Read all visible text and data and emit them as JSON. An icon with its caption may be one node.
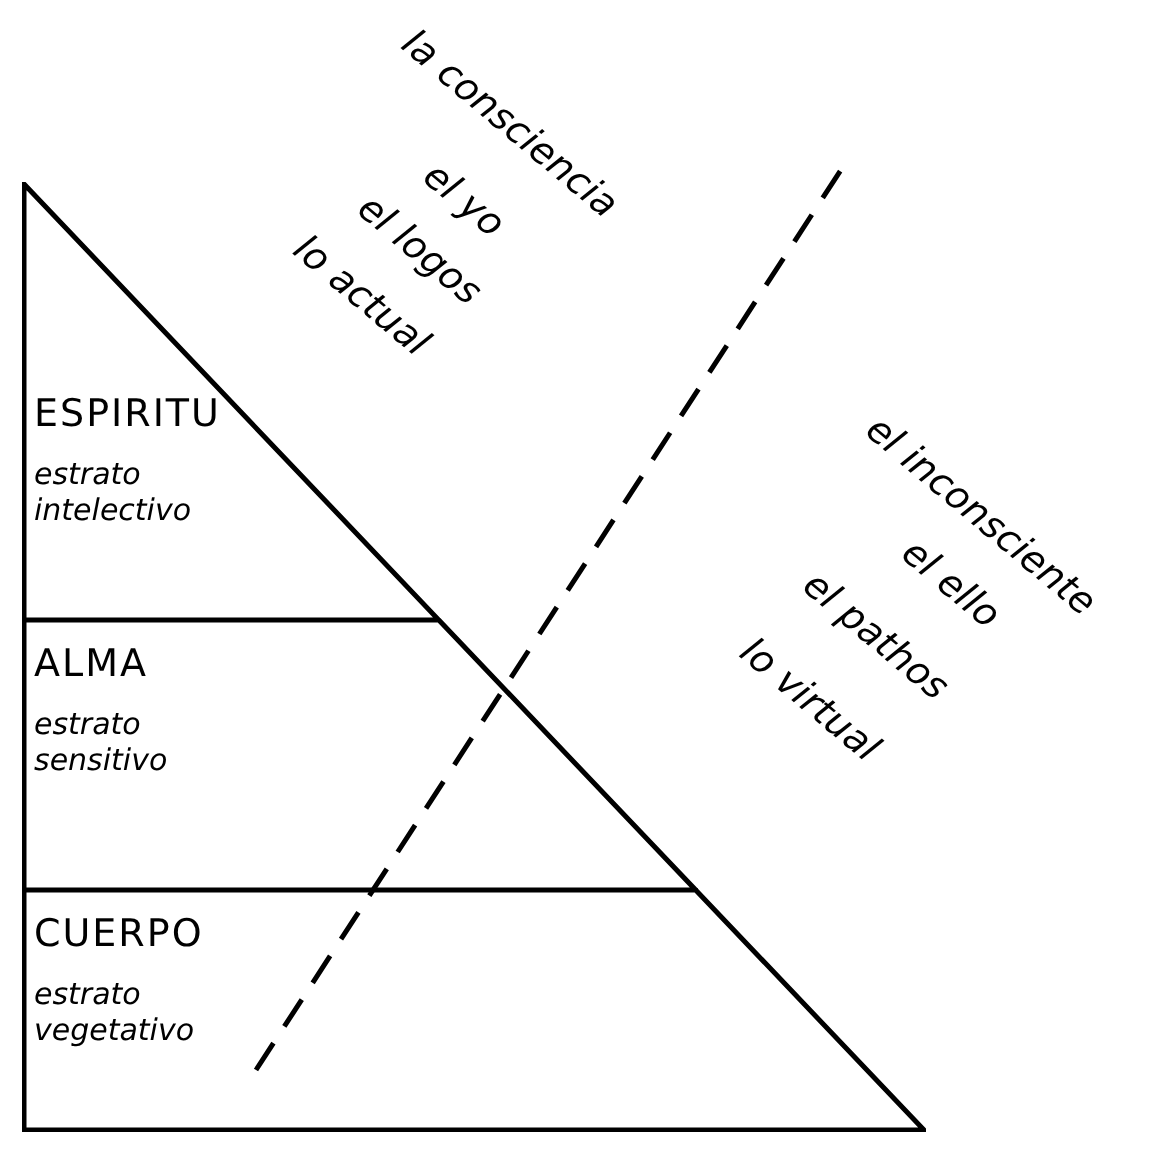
{
  "diagram": {
    "nodes": [
      {
        "text": [
          "ESPIRITU",
          "estrato intelectivo"
        ]
      },
      {
        "text": [
          "ALMA",
          "estrato sensitivo"
        ]
      },
      {
        "text": [
          "CUERPO",
          "estrato vegetativo"
        ]
      }
    ],
    "labels": [
      "la consciencia",
      "el yo",
      "el logos",
      "lo actual",
      "el inconsciente",
      "el ello",
      "el pathos",
      "lo virtual"
    ]
  }
}
